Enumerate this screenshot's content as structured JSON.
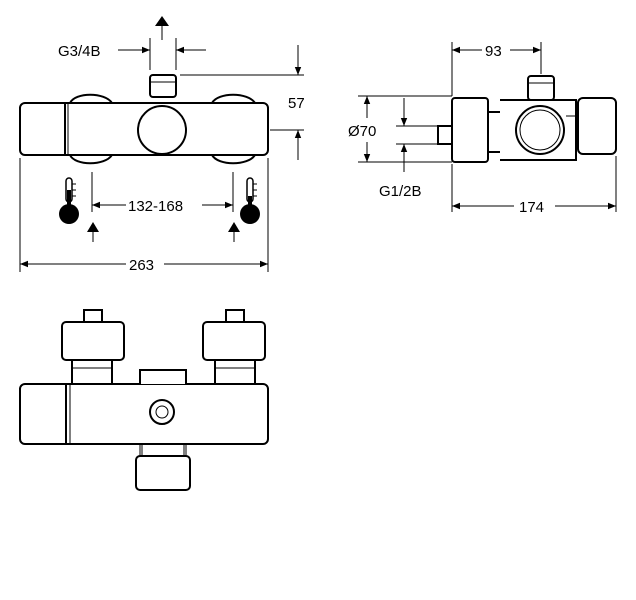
{
  "dimensions": {
    "outlet_thread": "G3/4B",
    "height_outlet": "57",
    "inlet_spacing": "132-168",
    "overall_width": "263",
    "body_depth": "93",
    "diameter": "Ø70",
    "inlet_thread": "G1/2B",
    "overall_depth": "174"
  }
}
